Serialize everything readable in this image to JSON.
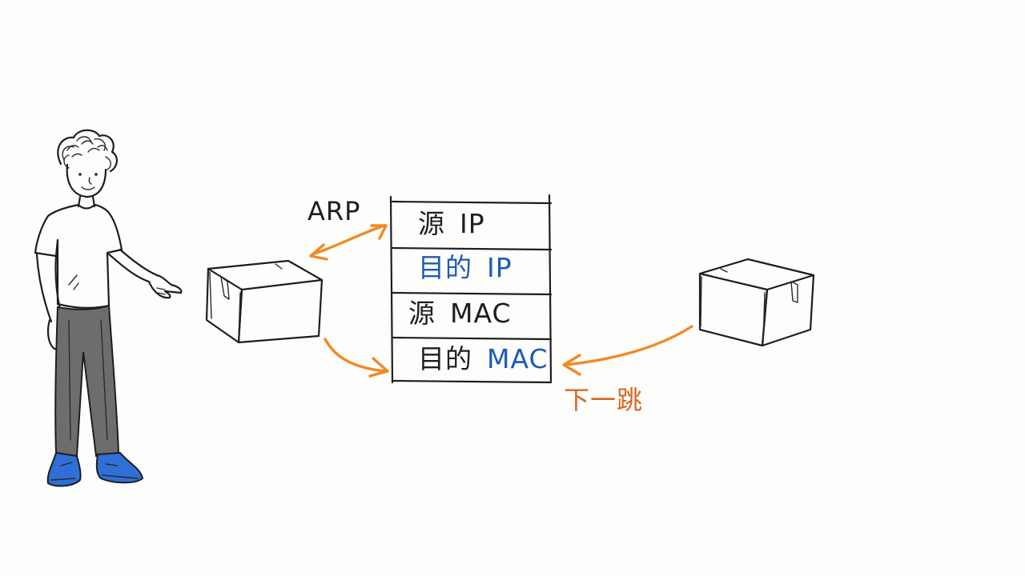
{
  "colors": {
    "ink": "#1e1e1e",
    "blue_text": "#1d5bb5",
    "orange": "#f08a24",
    "orange_text": "#d8661e",
    "shoe_blue": "#2f6fd6",
    "pants_gray": "#6d6d6d"
  },
  "labels": {
    "arp": "ARP",
    "next_hop": "下一跳"
  },
  "header_fields": [
    {
      "cn": "源",
      "en": "IP"
    },
    {
      "cn": "目的",
      "en": "IP"
    },
    {
      "cn": "源",
      "en": "MAC"
    },
    {
      "cn": "目的",
      "en": "MAC"
    }
  ],
  "icons": [
    "person-icon",
    "box-icon",
    "box-icon"
  ]
}
